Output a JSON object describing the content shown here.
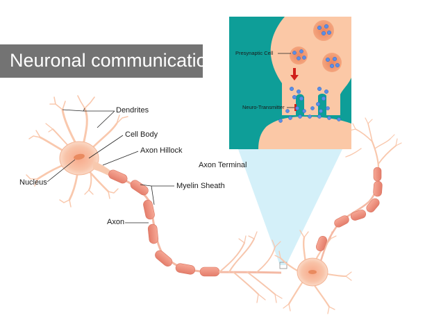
{
  "title": "Neuronal communication",
  "labels": {
    "dendrites": "Dendrites",
    "cell_body": "Cell Body",
    "axon_hillock": "Axon Hillock",
    "nucleus": "Nucleus",
    "myelin_sheath": "Myelin Sheath",
    "axon": "Axon",
    "axon_terminal": "Axon Terminal"
  },
  "inset_labels": {
    "presynaptic_cell": "Presynaptic Cell",
    "neuro_transmitter": "Neuro-Transmitter"
  },
  "colors": {
    "title_background": "#737373",
    "inset_background": "#0e9e98",
    "cell": "#f7c6ad",
    "myelin": "#ee8f7c",
    "vesicle_dot": "#5b8ee6",
    "arrow": "#d0201a",
    "zoom_cone": "#cfeef8"
  }
}
